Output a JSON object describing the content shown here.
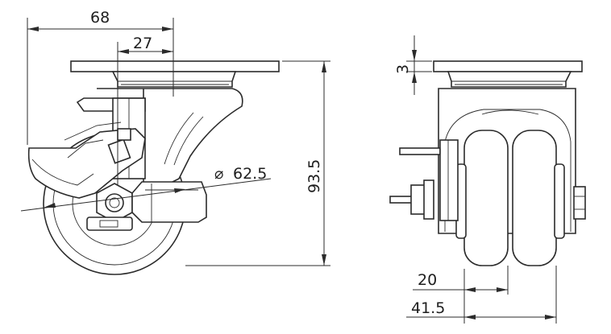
{
  "dimensions": {
    "width_overall": "68",
    "offset": "27",
    "wheel_diameter": "62.5",
    "height": "93.5",
    "plate_thickness": "3",
    "wheel_width": "20",
    "total_width": "41.5"
  },
  "symbols": {
    "diameter": "⌀"
  }
}
